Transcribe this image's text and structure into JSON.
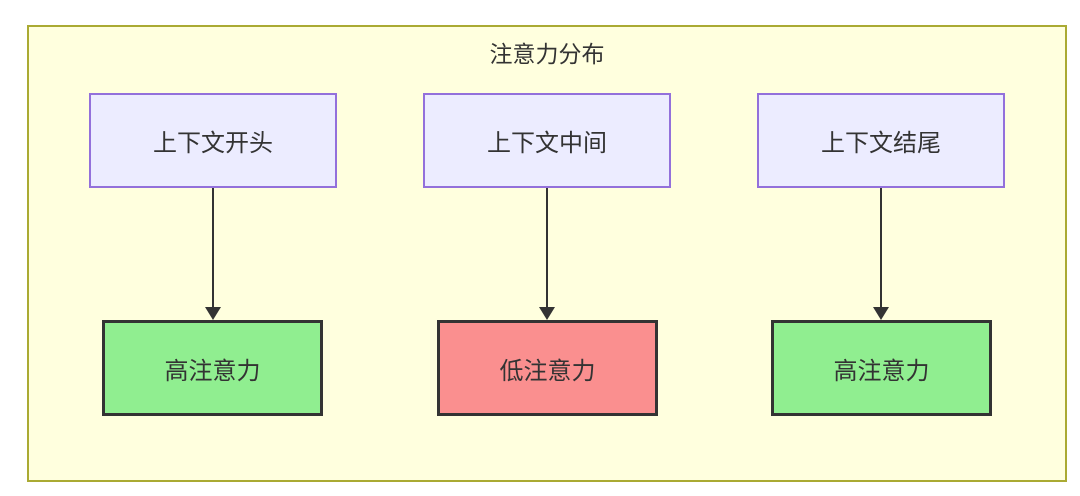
{
  "diagram": {
    "title": "注意力分布",
    "columns": [
      {
        "source": {
          "label": "上下文开头"
        },
        "target": {
          "label": "高注意力",
          "level": "high"
        }
      },
      {
        "source": {
          "label": "上下文中间"
        },
        "target": {
          "label": "低注意力",
          "level": "low"
        }
      },
      {
        "source": {
          "label": "上下文结尾"
        },
        "target": {
          "label": "高注意力",
          "level": "high"
        }
      }
    ],
    "colors": {
      "panel_background": "#ffffde",
      "panel_border": "#aaaa33",
      "source_background": "#ececff",
      "source_border": "#9370db",
      "high_attention_background": "#90ee90",
      "low_attention_background": "#fa8f8f",
      "target_border": "#333333",
      "arrow": "#333333",
      "text": "#333333"
    }
  }
}
